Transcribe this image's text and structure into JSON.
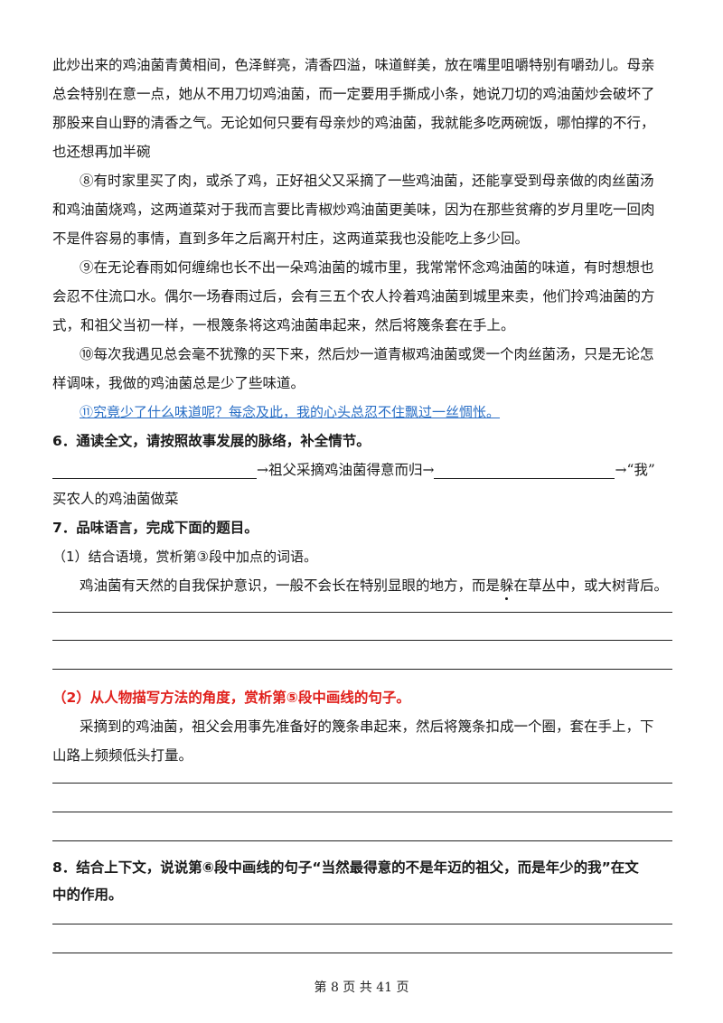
{
  "passage": {
    "p7": [
      "此炒出来的鸡油菌青黄相间，色泽鲜亮，清香四溢，味道鲜美，放在嘴里咀嚼特别有嚼劲儿。母亲",
      "总会特别在意一点，她从不用刀切鸡油菌，而一定要用手撕成小条，她说刀切的鸡油菌炒会破坏了",
      "那股来自山野的清香之气。无论如何只要有母亲炒的鸡油菌，我就能多吃两碗饭，哪怕撑的不行，",
      "也还想再加半碗"
    ],
    "p8": [
      "⑧有时家里买了肉，或杀了鸡，正好祖父又采摘了一些鸡油菌，还能享受到母亲做的肉丝菌汤",
      "和鸡油菌烧鸡，这两道菜对于我而言要比青椒炒鸡油菌更美味，因为在那些贫瘠的岁月里吃一回肉",
      "不是件容易的事情，直到多年之后离开村庄，这两道菜我也没能吃上多少回。"
    ],
    "p9": [
      "⑨在无论春雨如何缠绵也长不出一朵鸡油菌的城市里，我常常怀念鸡油菌的味道，有时想想也",
      "会忍不住流口水。偶尔一场春雨过后，会有三五个农人拎着鸡油菌到城里来卖，他们拎鸡油菌的方",
      "式，和祖父当初一样，一根篾条将这鸡油菌串起来，然后将篾条套在手上。"
    ],
    "p10": [
      "⑩每次我遇见总会毫不犹豫的买下来，然后炒一道青椒鸡油菌或煲一个肉丝菌汤，只是无论怎",
      "样调味，我做的鸡油菌总是少了些味道。"
    ],
    "p11": "⑪究竟少了什么味道呢？每念及此，我的心头总忍不住飘过一丝惆怅。"
  },
  "q6": {
    "title": "6．通读全文，请按照故事发展的脉络，补全情节。",
    "seg1": "→祖父采摘鸡油菌得意而归→",
    "seg2": "→“我”",
    "cont": "买农人的鸡油菌做菜"
  },
  "q7": {
    "title": "7．品味语言，完成下面的题目。",
    "sub1": "（1）结合语境，赏析第③段中加点的词语。",
    "quote1_before": "鸡油菌有天然的自我保护意识，一般不会长在特别显眼的地方，而是",
    "quote1_dot": "躲",
    "quote1_after": "在草丛中，或大树背后。",
    "sub2": "（2）从人物描写方法的角度，赏析第⑤段中画线的句子。",
    "quote2": [
      "采摘到的鸡油菌，祖父会用事先准备好的篾条串起来，然后将篾条扣成一个圈，套在手上，下",
      "山路上频频低头打量。"
    ]
  },
  "q8": {
    "title": [
      "8．结合上下文，说说第⑥段中画线的句子“当然最得意的不是年迈的祖父，而是年少的我”在文",
      "中的作用。"
    ]
  },
  "footer": "第 8 页 共 41 页"
}
